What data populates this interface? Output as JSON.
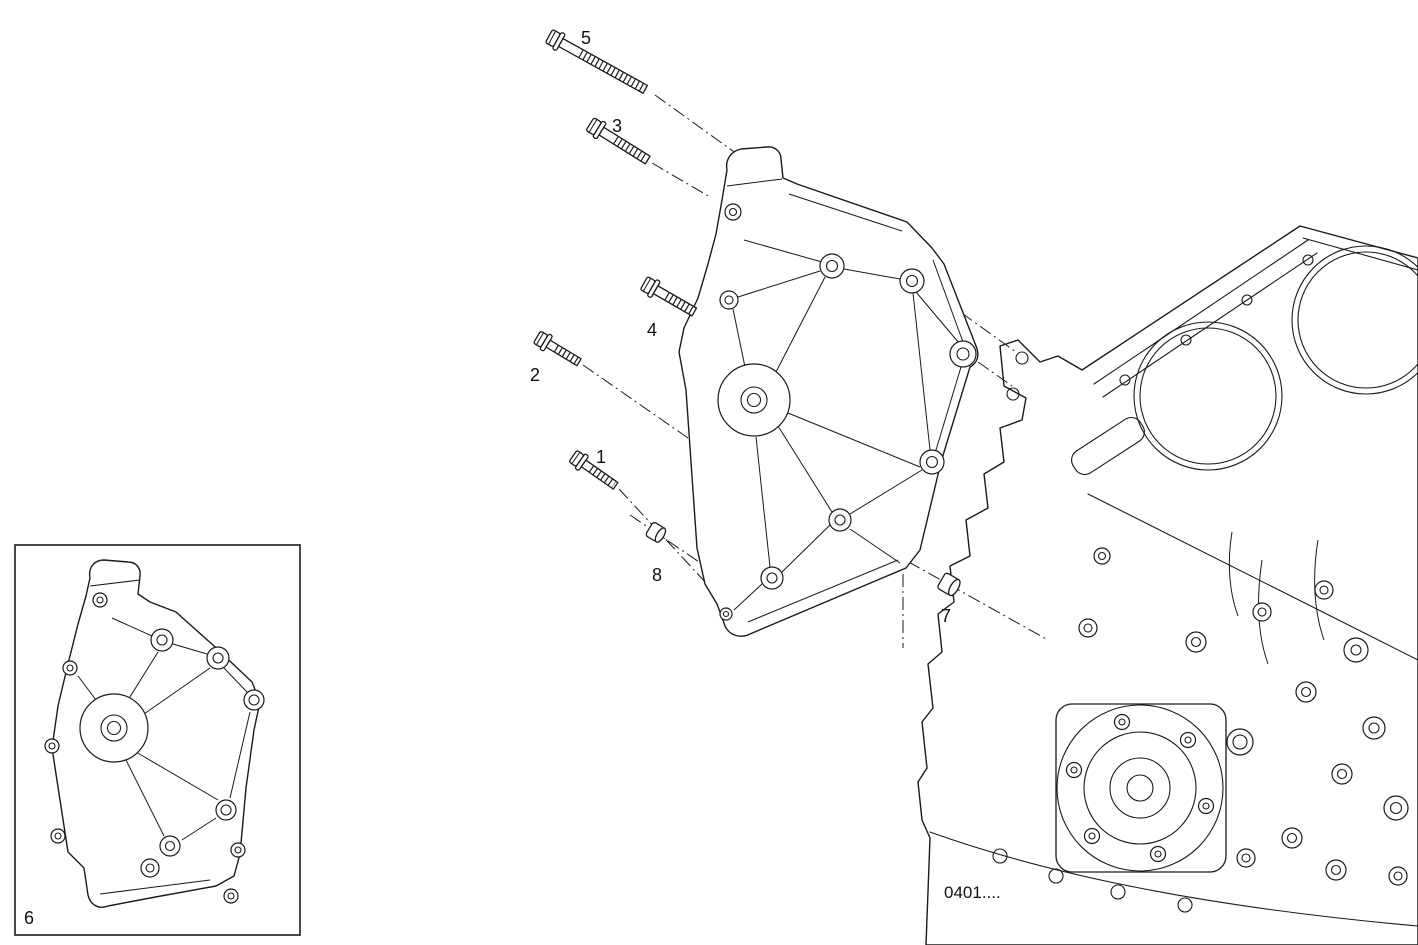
{
  "diagram": {
    "reference_code": "0401....",
    "callouts": {
      "c1": "1",
      "c2": "2",
      "c3": "3",
      "c4": "4",
      "c5": "5",
      "c6": "6",
      "c7": "7",
      "c8": "8"
    },
    "colors": {
      "line": "#1a1a1a",
      "background": "#ffffff"
    }
  }
}
